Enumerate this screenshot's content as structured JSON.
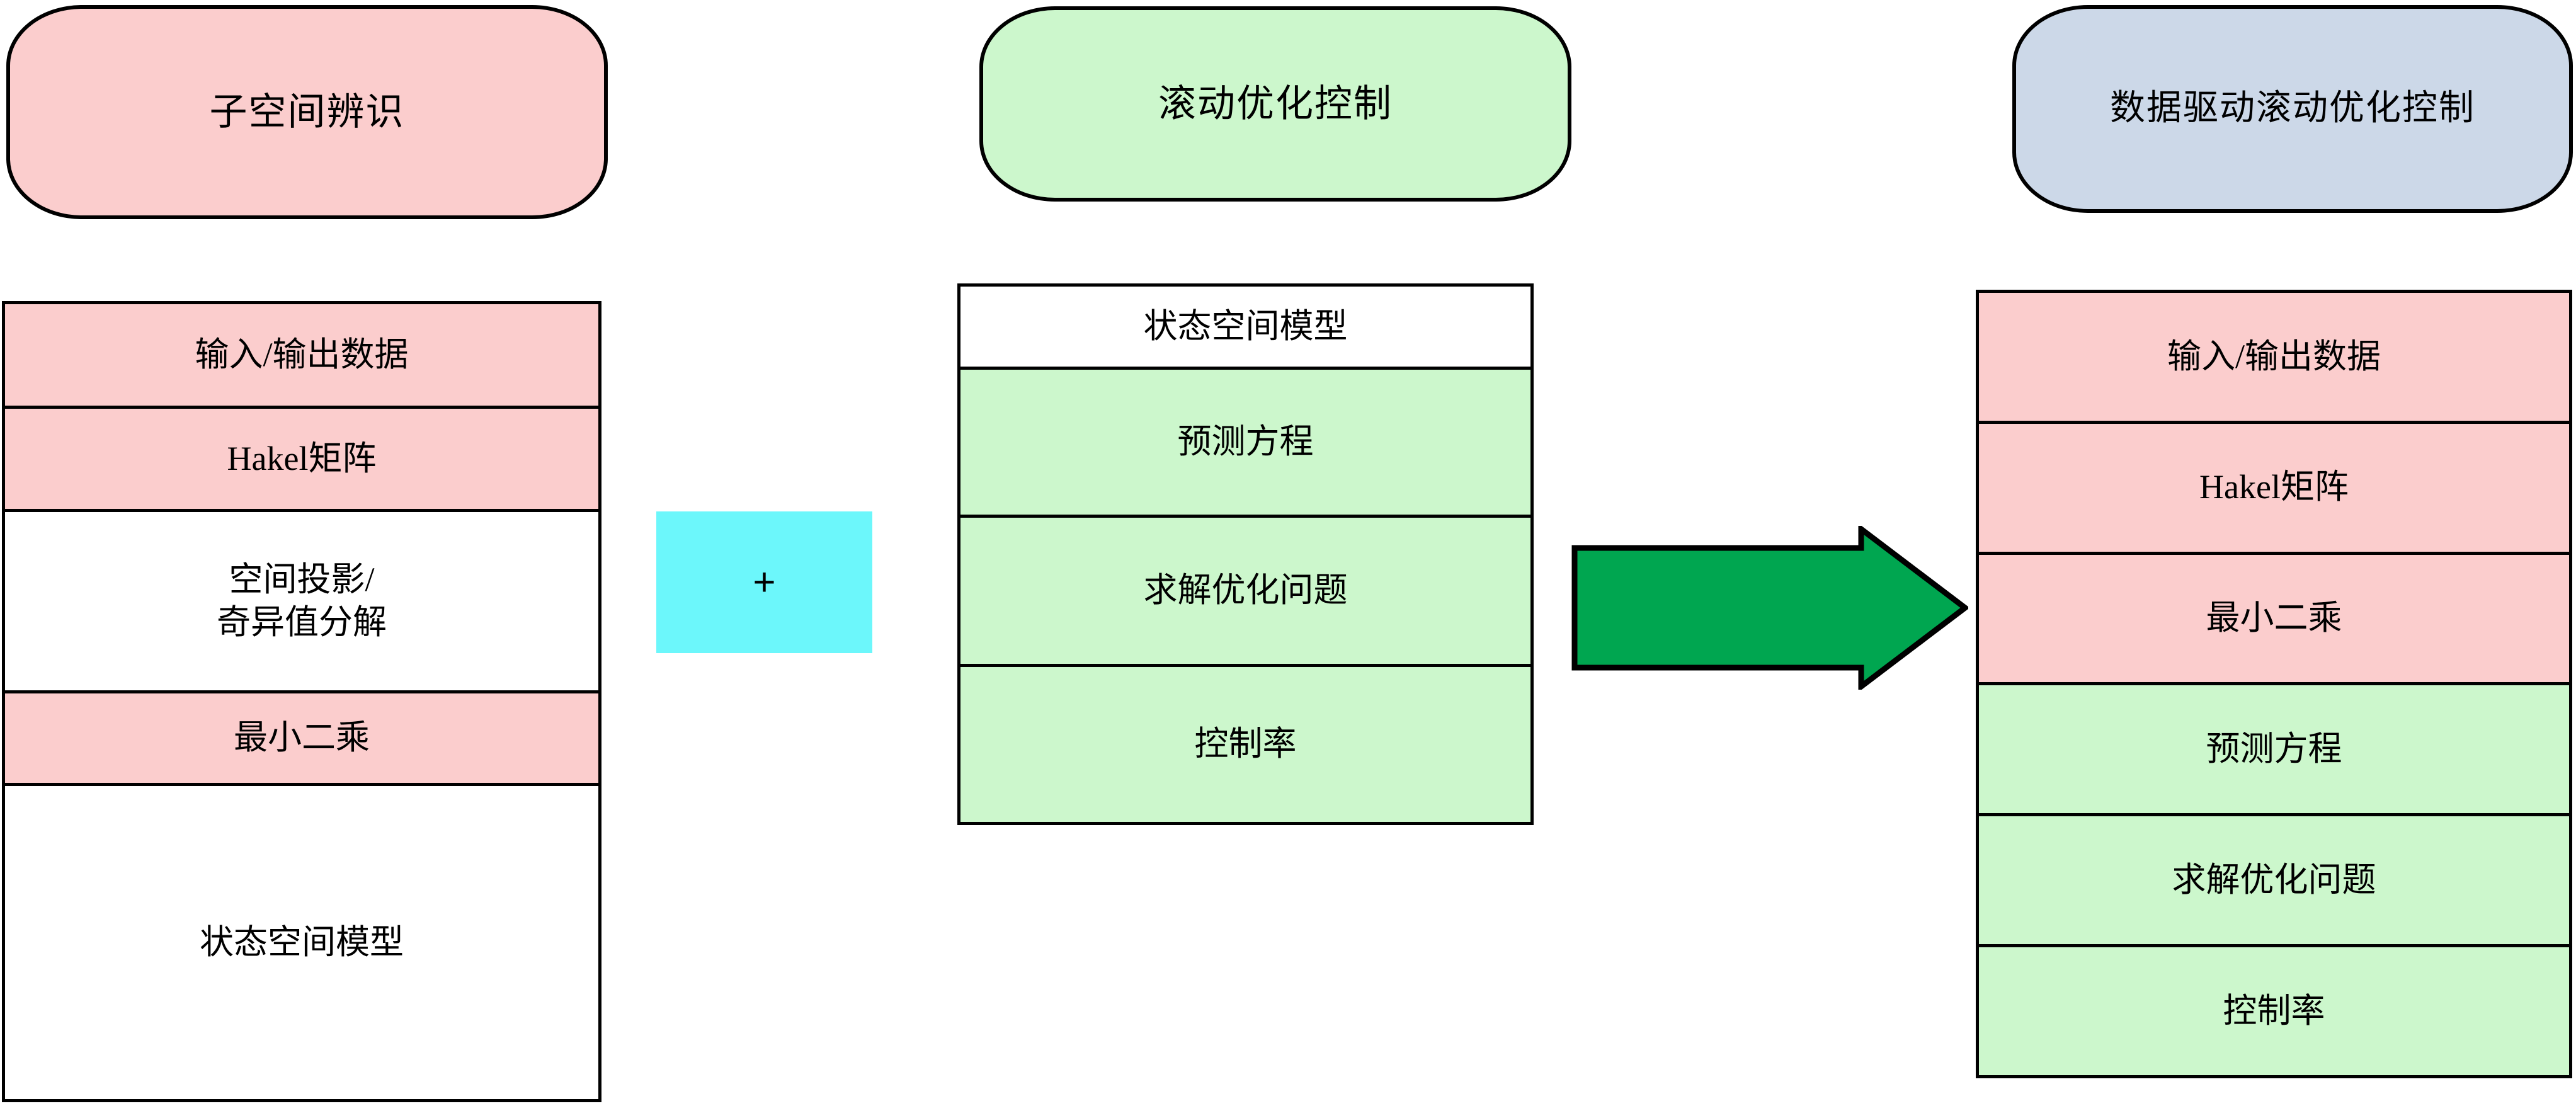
{
  "diagram": {
    "type": "flow-composition",
    "background_color": "#ffffff",
    "palette": {
      "pink": "#fbcdcd",
      "green": "#ccf7cc",
      "blue": "#ccd8e8",
      "cyan": "#6cf7fb",
      "arrow_green": "#00a650",
      "outline": "#000000"
    }
  },
  "columns": {
    "left": {
      "capsule": {
        "label": "子空间辨识",
        "fill": "#fbcdcd"
      },
      "stack": [
        {
          "label": "输入/输出数据",
          "fill": "pink"
        },
        {
          "label": "Hakel矩阵",
          "fill": "pink"
        },
        {
          "label": "空间投影/\n奇异值分解",
          "line1": "空间投影/",
          "line2": "奇异值分解",
          "fill": "white"
        },
        {
          "label": "最小二乘",
          "fill": "pink"
        },
        {
          "label": "状态空间模型",
          "fill": "white"
        }
      ]
    },
    "middle": {
      "capsule": {
        "label": "滚动优化控制",
        "fill": "#ccf7cc"
      },
      "stack": [
        {
          "label": "状态空间模型",
          "fill": "white"
        },
        {
          "label": "预测方程",
          "fill": "green"
        },
        {
          "label": "求解优化问题",
          "fill": "green"
        },
        {
          "label": "控制率",
          "fill": "green"
        }
      ]
    },
    "right": {
      "capsule": {
        "label": "数据驱动滚动优化控制",
        "fill": "#ccd8e8"
      },
      "stack": [
        {
          "label": "输入/输出数据",
          "fill": "pink"
        },
        {
          "label": "Hakel矩阵",
          "fill": "pink"
        },
        {
          "label": "最小二乘",
          "fill": "pink"
        },
        {
          "label": "预测方程",
          "fill": "green"
        },
        {
          "label": "求解优化问题",
          "fill": "green"
        },
        {
          "label": "控制率",
          "fill": "green"
        }
      ]
    }
  },
  "operators": {
    "plus": {
      "symbol": "+",
      "fill": "#6cf7fb"
    },
    "arrow": {
      "direction": "right",
      "fill": "#00a650"
    }
  }
}
